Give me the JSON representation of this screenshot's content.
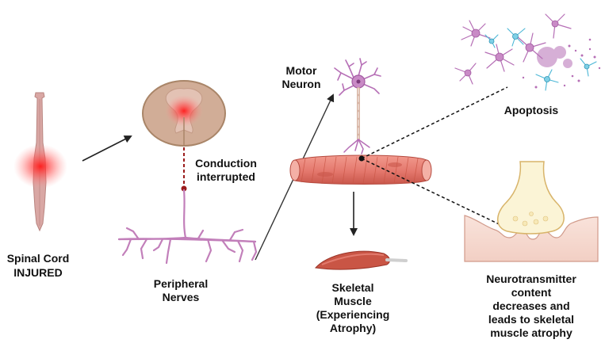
{
  "labels": {
    "spinal_cord_line1": "Spinal Cord",
    "spinal_cord_line2": "INJURED",
    "conduction_line1": "Conduction",
    "conduction_line2": "interrupted",
    "motor_line1": "Motor",
    "motor_line2": "Neuron",
    "apoptosis": "Apoptosis",
    "peripheral_line1": "Peripheral",
    "peripheral_line2": "Nerves",
    "skeletal_line1": "Skeletal",
    "skeletal_line2": "Muscle",
    "skeletal_line3": "(Experiencing",
    "skeletal_line4": "Atrophy)",
    "nt_line1": "Neurotransmitter",
    "nt_line2": "content",
    "nt_line3": "decreases and",
    "nt_line4": "leads to skeletal",
    "nt_line5": "muscle atrophy"
  },
  "colors": {
    "spinal_cord": "#d9a7a4",
    "injury_glow": "#ff1a1a",
    "gray_matter": "#e3c2b4",
    "white_matter": "#d1ad97",
    "nerve": "#c27fba",
    "neuron": "#b66fb6",
    "muscle": "#e4786d",
    "muscle_fiber_dark": "#c95545",
    "astro_cyan": "#4bb7d6",
    "synapse_fill": "#fbf4d6",
    "synapse_stroke": "#d8b46a",
    "tissue": "#f6dcd3",
    "arrow": "#222222"
  }
}
